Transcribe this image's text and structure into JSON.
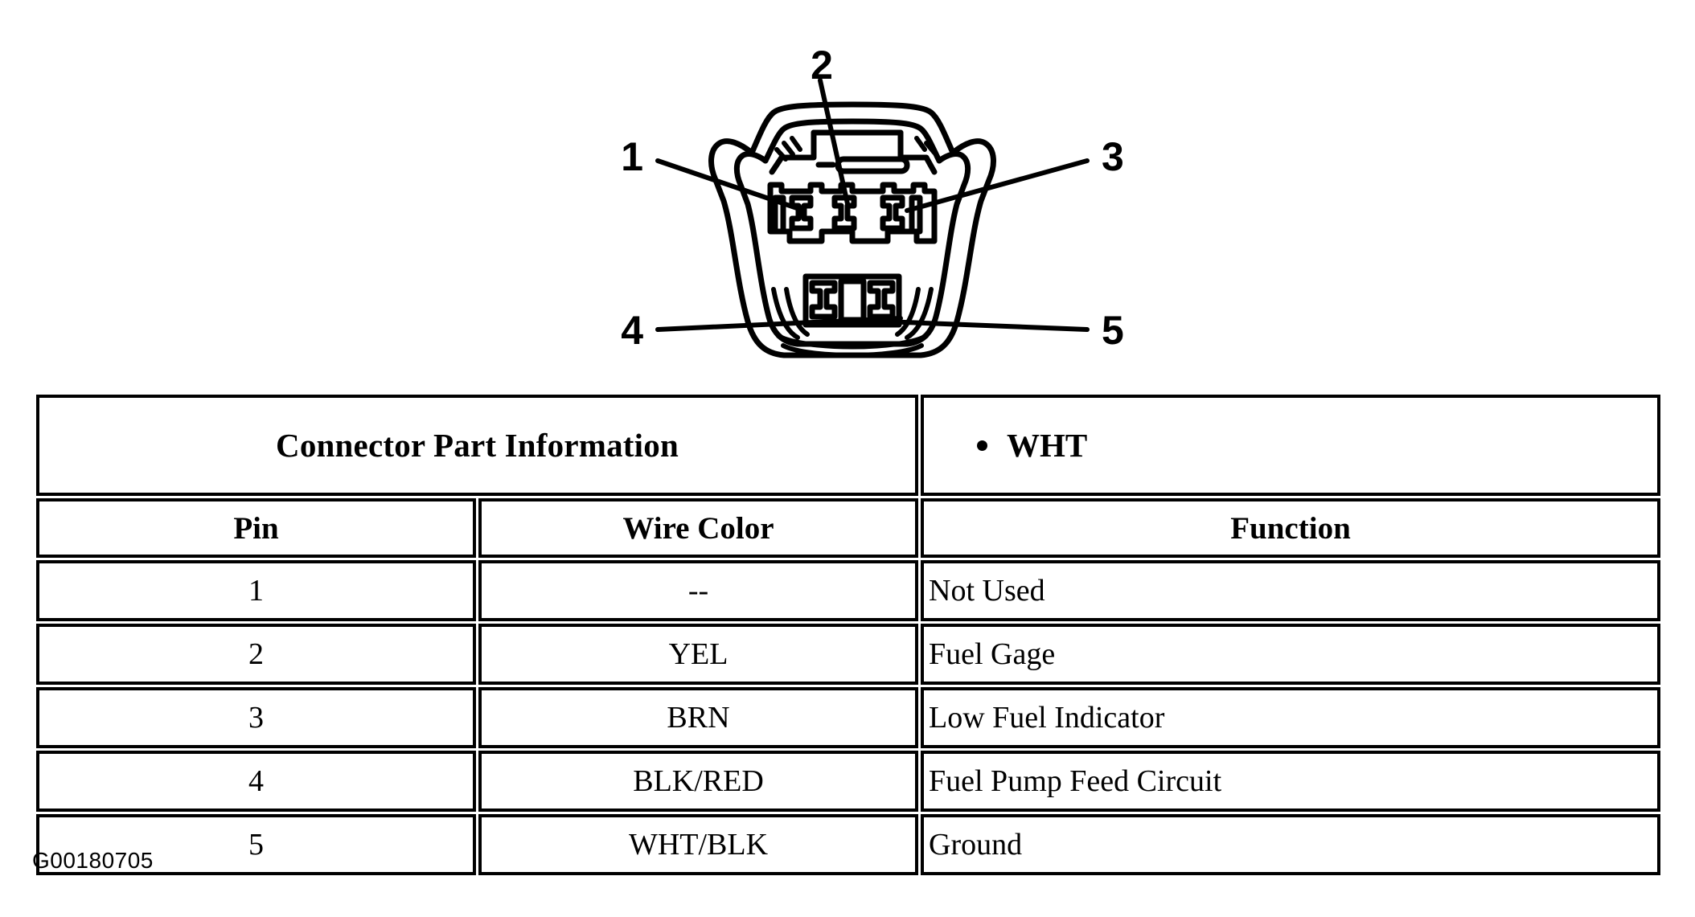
{
  "figure": {
    "id_label": "G00180705",
    "callouts": [
      {
        "label": "1",
        "pin": 1
      },
      {
        "label": "2",
        "pin": 2
      },
      {
        "label": "3",
        "pin": 3
      },
      {
        "label": "4",
        "pin": 4
      },
      {
        "label": "5",
        "pin": 5
      }
    ],
    "description": "fuel-pump-sender-connector-face-view"
  },
  "table": {
    "title": "Connector Part Information",
    "part_bullet": "WHT",
    "columns": {
      "pin": "Pin",
      "wire_color": "Wire Color",
      "function": "Function"
    },
    "rows": [
      {
        "pin": "1",
        "wire_color": "--",
        "function": "Not Used"
      },
      {
        "pin": "2",
        "wire_color": "YEL",
        "function": "Fuel Gage"
      },
      {
        "pin": "3",
        "wire_color": "BRN",
        "function": "Low Fuel Indicator"
      },
      {
        "pin": "4",
        "wire_color": "BLK/RED",
        "function": "Fuel Pump Feed Circuit"
      },
      {
        "pin": "5",
        "wire_color": "WHT/BLK",
        "function": "Ground"
      }
    ]
  },
  "colors": {
    "ink": "#000000",
    "paper": "#ffffff"
  }
}
